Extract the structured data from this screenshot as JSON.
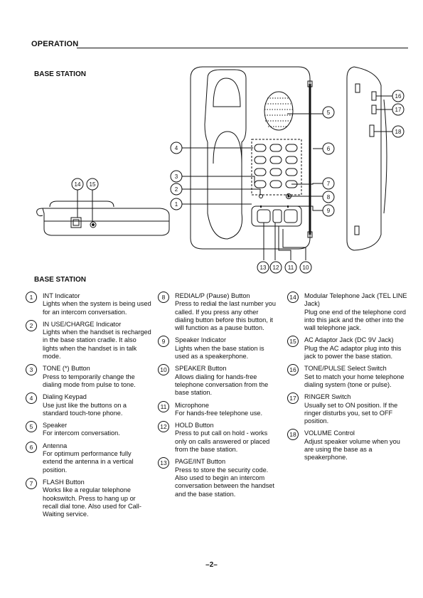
{
  "header": {
    "section": "OPERATION"
  },
  "figure": {
    "title": "BASE STATION",
    "callouts": [
      "1",
      "2",
      "3",
      "4",
      "5",
      "6",
      "7",
      "8",
      "9",
      "10",
      "11",
      "12",
      "13",
      "14",
      "15",
      "16",
      "17",
      "18"
    ]
  },
  "list": {
    "title": "BASE STATION",
    "items": [
      {
        "num": "1",
        "title": "INT Indicator",
        "desc": "Lights when the system is being used for an intercom conversation."
      },
      {
        "num": "2",
        "title": "IN USE/CHARGE Indicator",
        "desc": "Lights when the handset is recharged in the base station cradle. It also lights when the handset is in talk mode."
      },
      {
        "num": "3",
        "title": "TONE (*) Button",
        "desc": "Press to temporarily change the dialing mode from pulse to tone."
      },
      {
        "num": "4",
        "title": "Dialing Keypad",
        "desc": "Use just like the buttons on a standard touch-tone phone."
      },
      {
        "num": "5",
        "title": "Speaker",
        "desc": "For intercom conversation."
      },
      {
        "num": "6",
        "title": "Antenna",
        "desc": "For optimum performance fully extend the antenna in a vertical position."
      },
      {
        "num": "7",
        "title": "FLASH Button",
        "desc": "Works like a regular telephone hookswitch. Press to hang up or recall dial tone. Also used for Call-Waiting service."
      },
      {
        "num": "8",
        "title": "REDIAL/P (Pause) Button",
        "desc": "Press to redial the last number you called. If you press any other dialing button before this button, it will function as a pause button."
      },
      {
        "num": "9",
        "title": "Speaker Indicator",
        "desc": "Lights when the base station is used as a speakerphone."
      },
      {
        "num": "10",
        "title": "SPEAKER Button",
        "desc": "Allows dialing for hands-free telephone conversation from the base station."
      },
      {
        "num": "11",
        "title": "Microphone",
        "desc": "For hands-free telephone use."
      },
      {
        "num": "12",
        "title": "HOLD Button",
        "desc": "Press to put call on hold - works only on calls answered or placed from the base station."
      },
      {
        "num": "13",
        "title": "PAGE/INT Button",
        "desc": "Press to store the security code. Also used to begin an intercom conversation between the handset and the base station."
      },
      {
        "num": "14",
        "title": "Modular Telephone Jack (TEL LINE Jack)",
        "desc": "Plug one end of the telephone cord into this jack and the other into the wall telephone jack."
      },
      {
        "num": "15",
        "title": "AC Adaptor Jack (DC 9V Jack)",
        "desc": "Plug the AC adaptor plug into this jack to power the base station."
      },
      {
        "num": "16",
        "title": "TONE/PULSE Select Switch",
        "desc": "Set to match your home telephone dialing system (tone or pulse)."
      },
      {
        "num": "17",
        "title": "RINGER Switch",
        "desc": "Usually set to ON position. If the ringer disturbs you, set to OFF position."
      },
      {
        "num": "18",
        "title": "VOLUME Control",
        "desc": "Adjust speaker volume when you are using the base as a speakerphone."
      }
    ]
  },
  "footer": {
    "page": "–2–"
  }
}
